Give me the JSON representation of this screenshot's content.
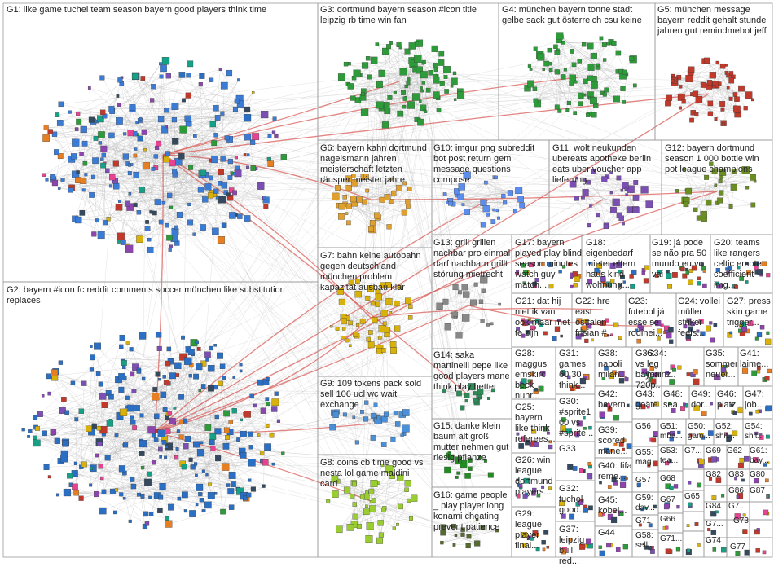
{
  "groups": [
    {
      "id": "G1",
      "label": "G1: like game tuchel team season bayern good players think time",
      "size": "big"
    },
    {
      "id": "G2",
      "label": "G2: bayern #icon fc reddit comments soccer münchen like substitution replaces",
      "size": "big"
    },
    {
      "id": "G3",
      "label": "G3: dortmund bayern season #icon title leipzig rb time win fan",
      "size": "big"
    },
    {
      "id": "G4",
      "label": "G4: münchen bayern tonne stadt gelbe sack gut österreich csu keine",
      "size": "big"
    },
    {
      "id": "G5",
      "label": "G5: münchen message bayern reddit gehalt stunde jahren gut remindmebot jeff",
      "size": "big"
    },
    {
      "id": "G6",
      "label": "G6: bayern kahn dortmund nagelsmann jahren meisterschaft letzten räusper meister jahre",
      "size": "big"
    },
    {
      "id": "G7",
      "label": "G7: bahn keine autobahn gegen deutschland münchen problem kapazität ausbau klar",
      "size": "big"
    },
    {
      "id": "G8",
      "label": "G8: coins cb time good vs nesta lol game maldini card",
      "size": "big"
    },
    {
      "id": "G9",
      "label": "G9: 109 tokens pack sold sell 106 ucl wc wait exchange",
      "size": "big"
    },
    {
      "id": "G10",
      "label": "G10: imgur png subreddit bot post return gem message questions compose",
      "size": "big"
    },
    {
      "id": "G11",
      "label": "G11: wolt neukunden ubereats apotheke berlin eats uber voucher app lieferung",
      "size": "big"
    },
    {
      "id": "G12",
      "label": "G12: bayern dortmund season 1 000 bottle win pot league champions",
      "size": "big"
    },
    {
      "id": "G13",
      "label": "G13: grill grillen nachbar pro einmal darf nachbarn grillt störung mietrecht",
      "size": "big"
    },
    {
      "id": "G14",
      "label": "G14: saka martinelli pepe like good players mane think play better",
      "size": "big"
    },
    {
      "id": "G15",
      "label": "G15: danke klein baum alt groß mutter nehmen gut riesig pflanze",
      "size": "big"
    },
    {
      "id": "G16",
      "label": "G16: game people _ play player long konami cheating prevent patience",
      "size": "big"
    },
    {
      "id": "G17",
      "label": "G17: bayern played play blind season minutes watch guy match...",
      "size": "big"
    },
    {
      "id": "G18",
      "label": "G18: eigenbedarf mieter eltern haus kind wohnung...",
      "size": "big"
    },
    {
      "id": "G19",
      "label": "G19: já pode se não pra 50 mundo eu vc vai",
      "size": "big"
    },
    {
      "id": "G20",
      "label": "G20: teams like rangers celtic emote coefficient img...",
      "size": "big"
    },
    {
      "id": "G21",
      "label": "G21: dat hij niet ik van ook maar met te zijn",
      "size": "big"
    },
    {
      "id": "G22",
      "label": "G22: hre east ostfalen frisian #...",
      "size": "big"
    },
    {
      "id": "G23",
      "label": "G23: futebol já esse se rodinei...",
      "size": "big"
    },
    {
      "id": "G24",
      "label": "G24: vollei müller striker feels...",
      "size": "big"
    },
    {
      "id": "G27",
      "label": "G27: press skin game trigger...",
      "size": "big"
    },
    {
      "id": "G25",
      "label": "G25: bayern like think referees...",
      "size": "big"
    },
    {
      "id": "G26",
      "label": "G26: win league dortmund players...",
      "size": "big"
    },
    {
      "id": "G28",
      "label": "G28: maggus emskirc beck nuhr...",
      "size": "big"
    },
    {
      "id": "G29",
      "label": "G29: league player final...",
      "size": "big"
    },
    {
      "id": "G30",
      "label": "G30: #sprite1 00 vs #sprite...",
      "size": "big"
    },
    {
      "id": "G31",
      "label": "G31: games 60 30 think...",
      "size": "big"
    },
    {
      "id": "G32",
      "label": "G32: tuchel good...",
      "size": "big"
    },
    {
      "id": "G33",
      "label": "G33",
      "size": "big"
    },
    {
      "id": "G34",
      "label": "G34: leg mainz...",
      "size": "big"
    },
    {
      "id": "G35",
      "label": "G35: sommer neuer...",
      "size": "big"
    },
    {
      "id": "G36",
      "label": "G36: vs bayern 720p...",
      "size": "big"
    },
    {
      "id": "G37",
      "label": "G37: leipzig bull red...",
      "size": "big"
    },
    {
      "id": "G38",
      "label": "G38: napoli milan...",
      "size": "big"
    },
    {
      "id": "G39",
      "label": "G39: scored mane...",
      "size": "big"
    },
    {
      "id": "G40",
      "label": "G40: fifa reme...",
      "size": "big"
    },
    {
      "id": "G41",
      "label": "G41: laime...",
      "size": "big"
    },
    {
      "id": "G42",
      "label": "G42: bayern...",
      "size": "big"
    },
    {
      "id": "G43",
      "label": "G43: goäte...",
      "size": "big"
    },
    {
      "id": "G44",
      "label": "G44",
      "size": "big"
    },
    {
      "id": "G45",
      "label": "G45: kobel...",
      "size": "big"
    },
    {
      "id": "G46",
      "label": "G46: platz...",
      "size": "big"
    },
    {
      "id": "G47",
      "label": "G47: job...",
      "size": "big"
    },
    {
      "id": "G48",
      "label": "G48: sea...",
      "size": "big"
    },
    {
      "id": "G49",
      "label": "G49: dor...",
      "size": "big"
    },
    {
      "id": "G50",
      "label": "G50: gam...",
      "size": "mid"
    },
    {
      "id": "G51",
      "label": "G51: mba...",
      "size": "mid"
    },
    {
      "id": "G52",
      "label": "G52: shit...",
      "size": "mid"
    },
    {
      "id": "G53",
      "label": "G53: tea...",
      "size": "mid"
    },
    {
      "id": "G54",
      "label": "G54: shit...",
      "size": "mid"
    },
    {
      "id": "G55",
      "label": "G55: mag...",
      "size": "mid"
    },
    {
      "id": "G56",
      "label": "G56",
      "size": "mid"
    },
    {
      "id": "G57",
      "label": "G57",
      "size": "mid"
    },
    {
      "id": "G58",
      "label": "G58: sell...",
      "size": "mid"
    },
    {
      "id": "G59",
      "label": "G59: dav...",
      "size": "mid"
    },
    {
      "id": "G61",
      "label": "G61: bay...",
      "size": "mid"
    },
    {
      "id": "G62",
      "label": "G62",
      "size": "mid"
    },
    {
      "id": "G65",
      "label": "G65",
      "size": "mid"
    },
    {
      "id": "G66",
      "label": "G66",
      "size": "mid"
    },
    {
      "id": "G67",
      "label": "G67",
      "size": "mid"
    },
    {
      "id": "G68",
      "label": "G68",
      "size": "mid"
    },
    {
      "id": "G69",
      "label": "G69",
      "size": "mid"
    },
    {
      "id": "G71",
      "label": "G71",
      "size": "mid"
    },
    {
      "id": "G7b",
      "label": "G7...",
      "size": "mid"
    },
    {
      "id": "G71b",
      "label": "G71...",
      "size": "mid"
    },
    {
      "id": "G73",
      "label": "G73",
      "size": "mid"
    },
    {
      "id": "G74",
      "label": "G74",
      "size": "mid"
    },
    {
      "id": "G77",
      "label": "G77",
      "size": "mid"
    },
    {
      "id": "G80",
      "label": "G80",
      "size": "mid"
    },
    {
      "id": "G82",
      "label": "G82",
      "size": "mid"
    },
    {
      "id": "G83",
      "label": "G83",
      "size": "mid"
    },
    {
      "id": "G84",
      "label": "G84",
      "size": "mid"
    },
    {
      "id": "G86",
      "label": "G86",
      "size": "mid"
    },
    {
      "id": "G87",
      "label": "G87",
      "size": "mid"
    },
    {
      "id": "G7G",
      "label": "G7...",
      "size": "mid"
    }
  ],
  "colors": {
    "box_border": "#9a9a9a",
    "edge_gray": "#b8b8b8",
    "edge_red": "#d9534f",
    "label_text": "#222222",
    "cluster_green": "#2e9b3a",
    "cluster_blue": "#2a6fc4",
    "cluster_red": "#c0392b",
    "cluster_purple": "#7b4fb3",
    "cluster_yellow": "#d8b20a"
  }
}
